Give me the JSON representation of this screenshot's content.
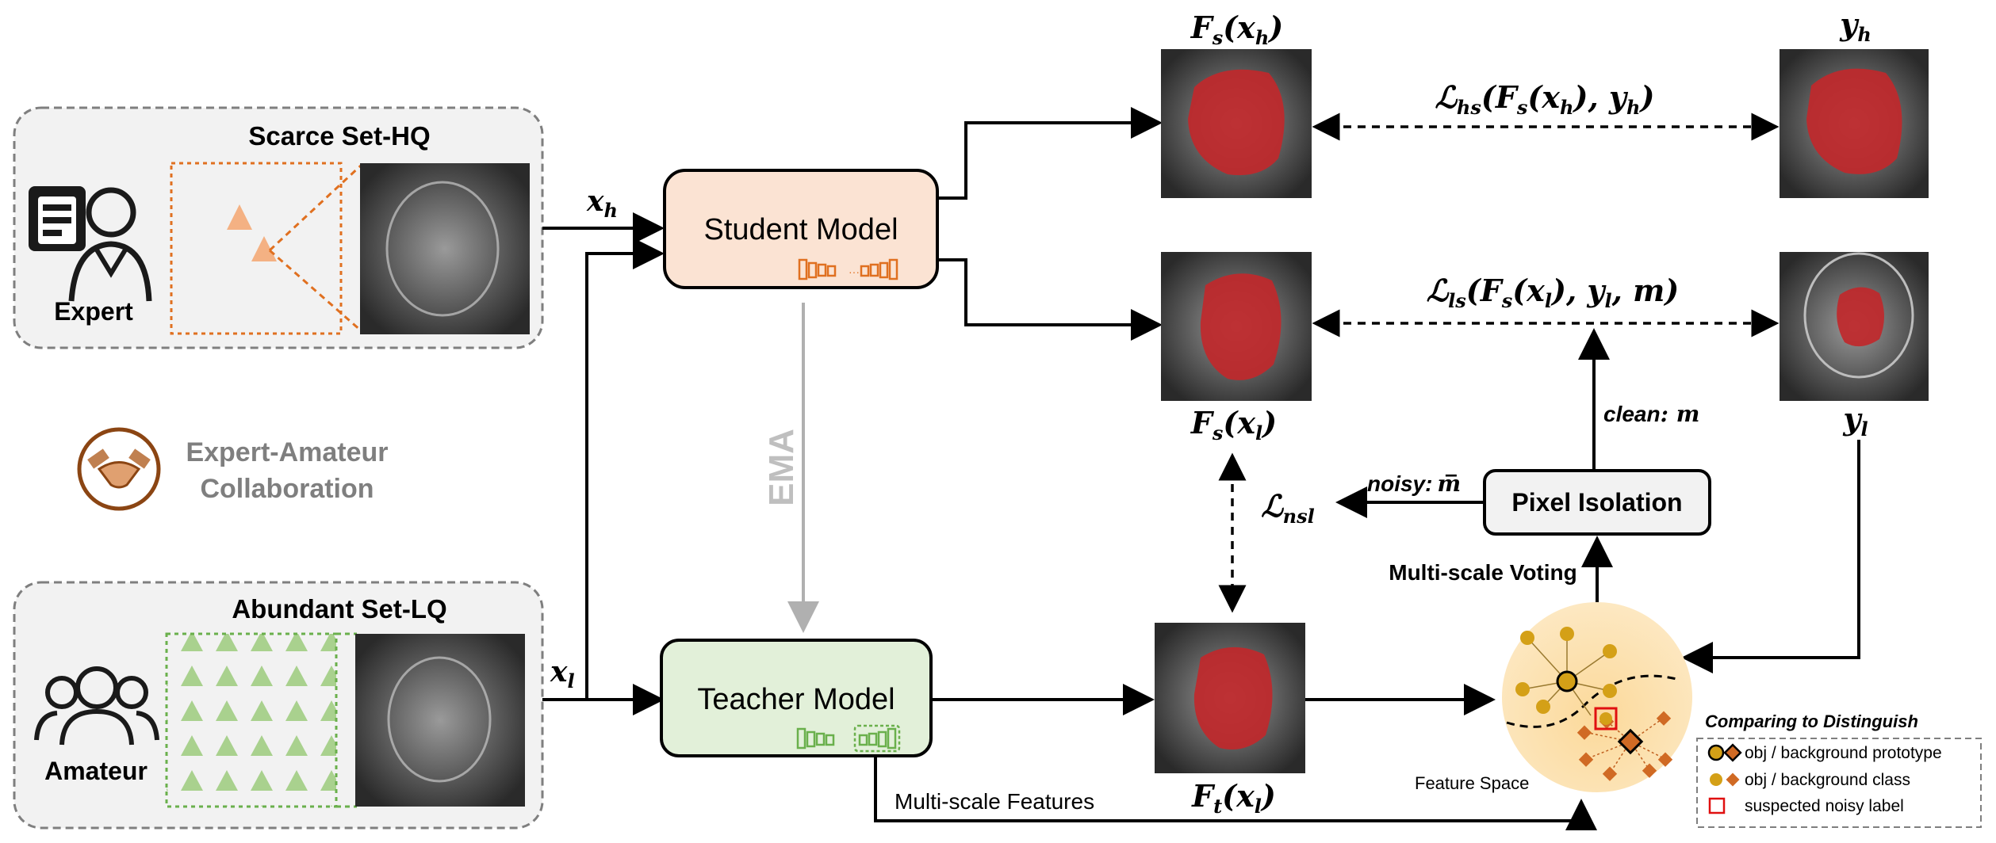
{
  "expert_panel": {
    "title": "Scarce Set-HQ",
    "role_label": "Expert",
    "icon": "clipboard-doctor-icon"
  },
  "amateur_panel": {
    "title": "Abundant Set-LQ",
    "role_label": "Amateur",
    "icon": "group-people-icon"
  },
  "collaboration": {
    "line1": "Expert-Amateur",
    "line2": "Collaboration",
    "icon": "handshake-icon"
  },
  "inputs": {
    "x_h": "x",
    "x_h_sub": "h",
    "x_l": "x",
    "x_l_sub": "l"
  },
  "models": {
    "student": "Student Model",
    "teacher": "Teacher Model",
    "ema": "EMA"
  },
  "outputs": {
    "fs_xh": {
      "f": "F",
      "f_sub": "s",
      "arg": "(x",
      "arg_sub": "h",
      "close": ")"
    },
    "fs_xl": {
      "f": "F",
      "f_sub": "s",
      "arg": "(x",
      "arg_sub": "l",
      "close": ")"
    },
    "ft_xl": {
      "f": "F",
      "f_sub": "t",
      "arg": "(x",
      "arg_sub": "l",
      "close": ")"
    },
    "y_h": {
      "y": "y",
      "sub": "h"
    },
    "y_l": {
      "y": "y",
      "sub": "l"
    }
  },
  "losses": {
    "l_hs": {
      "L": "ℒ",
      "sub": "hs",
      "body": "(F",
      "body_sub": "s",
      "body2": "(x",
      "body2_sub": "h",
      "tail": "), y",
      "tail_sub": "h",
      "close": ")"
    },
    "l_ls": {
      "L": "ℒ",
      "sub": "ls",
      "body": "(F",
      "body_sub": "s",
      "body2": "(x",
      "body2_sub": "l",
      "tail": "), y",
      "tail_sub": "l",
      "close": ", m)"
    },
    "l_nsl": {
      "L": "ℒ",
      "sub": "nsl"
    }
  },
  "pixel_isolation": {
    "label": "Pixel Isolation",
    "clean_label": "clean",
    "clean_mask": ": m",
    "noisy_label": "noisy:",
    "noisy_mask": "m̅"
  },
  "labels": {
    "multiscale_voting": "Multi-scale Voting",
    "multiscale_features": "Multi-scale Features",
    "feature_space": "Feature Space"
  },
  "legend": {
    "title": "Comparing to Distinguish",
    "items": [
      {
        "label": "obj / background prototype",
        "symbol": "prototype-markers"
      },
      {
        "label": "obj / background class",
        "symbol": "class-markers"
      },
      {
        "label": "suspected noisy label",
        "symbol": "noisy-square"
      }
    ]
  },
  "colors": {
    "student_fill": "#fbe3d3",
    "teacher_fill": "#e2f0d9",
    "mask_red": "#c0282b",
    "orange": "#e07020",
    "green": "#6ab04c",
    "gold": "#d4a017",
    "gray_text": "#7f7f7f"
  }
}
